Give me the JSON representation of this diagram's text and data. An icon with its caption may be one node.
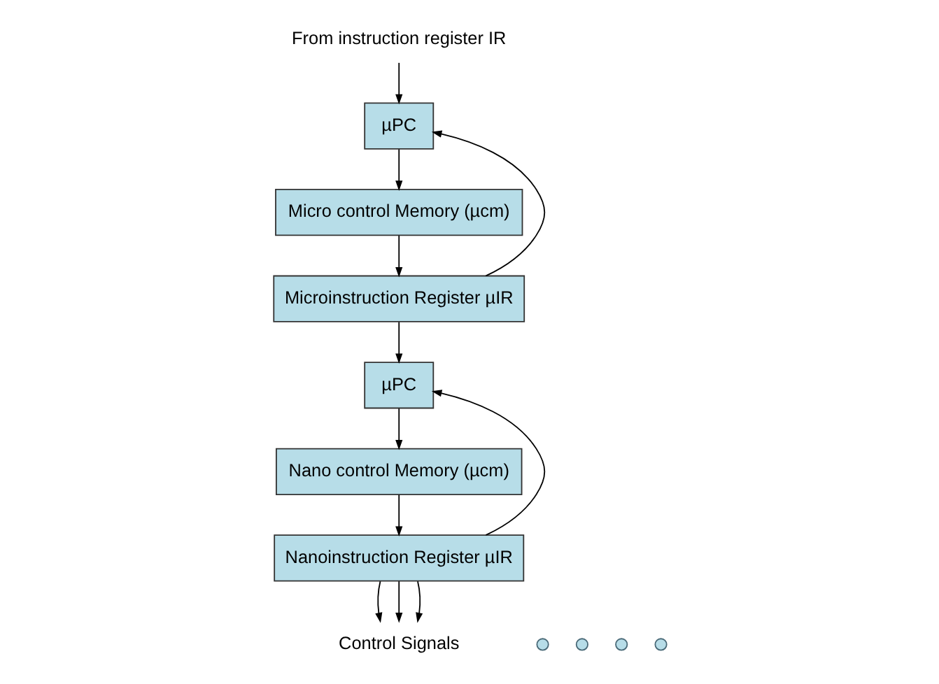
{
  "diagram": {
    "nodes": [
      {
        "text": [
          "From instruction register IR"
        ]
      },
      {
        "text": [
          "µPC"
        ]
      },
      {
        "text": [
          "Micro control Memory (µcm)"
        ]
      },
      {
        "text": [
          "Microinstruction Register µIR"
        ]
      },
      {
        "text": [
          "µPC"
        ]
      },
      {
        "text": [
          "Nano control Memory (µcm)"
        ]
      },
      {
        "text": [
          "Nanoinstruction Register µIR"
        ]
      },
      {
        "text": [
          "Control Signals"
        ]
      },
      {
        "text": [],
        "shape": "circle"
      },
      {
        "text": [],
        "shape": "circle"
      },
      {
        "text": [],
        "shape": "circle"
      },
      {
        "text": [],
        "shape": "circle"
      }
    ],
    "edges": [
      {
        "from": 0,
        "to": 1,
        "arrow": "to"
      },
      {
        "from": 3,
        "to": 1,
        "arrow": "to"
      },
      {
        "from": 1,
        "to": 2,
        "arrow": "to"
      },
      {
        "from": 2,
        "to": 3,
        "arrow": "to"
      },
      {
        "from": 3,
        "to": 4,
        "arrow": "to"
      },
      {
        "from": 6,
        "to": 4,
        "arrow": "to"
      },
      {
        "from": 4,
        "to": 5,
        "arrow": "to"
      },
      {
        "from": 5,
        "to": 6,
        "arrow": "to"
      },
      {
        "from": 6,
        "to": 7,
        "arrow": "to"
      },
      {
        "from": 6,
        "to": 7,
        "arrow": "to"
      },
      {
        "from": 6,
        "to": 7,
        "arrow": "to"
      }
    ]
  }
}
